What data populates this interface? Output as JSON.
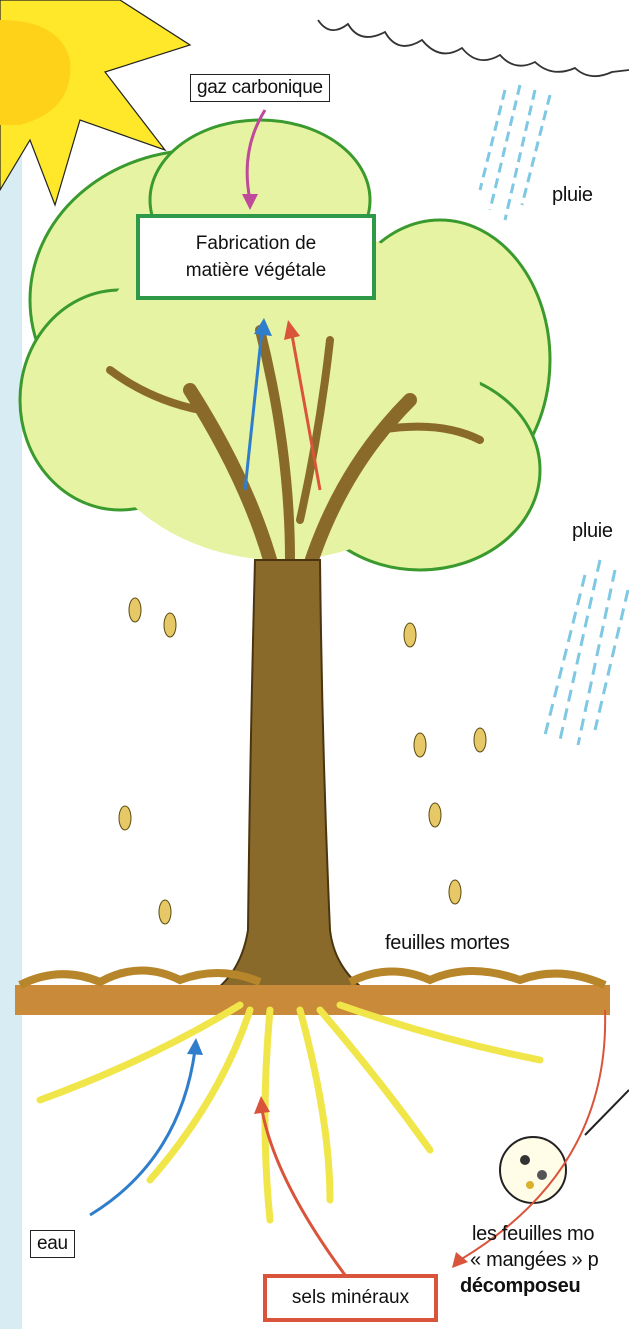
{
  "labels": {
    "co2": "gaz carbonique",
    "fabrication_line1": "Fabrication de",
    "fabrication_line2": "matière végétale",
    "rain_top": "pluie",
    "rain_middle": "pluie",
    "dead_leaves": "feuilles mortes",
    "water": "eau",
    "mineral_salts": "sels minéraux",
    "decomposer_line1": "les feuilles mo",
    "decomposer_line2": "« mangées » p",
    "decomposer_line3": "décomposeu"
  },
  "colors": {
    "left_strip": "#d8ecf3",
    "sun": "#ffe82a",
    "canopy_fill": "#e6f3a2",
    "canopy_edge": "#3a9a2e",
    "trunk": "#8a6a2a",
    "soil": "#c98a3a",
    "roots": "#f0e64a",
    "rain": "#7ec8e3",
    "arrow_co2": "#c04a9a",
    "arrow_water": "#2f7ecb",
    "arrow_salts": "#d9543a",
    "box_green": "#2e9a47",
    "box_red": "#d9543a"
  },
  "icons": [
    "sun-icon",
    "cloud-icon",
    "rain-icon",
    "tree-icon",
    "leaf-icon",
    "decomposer-circle-icon"
  ]
}
